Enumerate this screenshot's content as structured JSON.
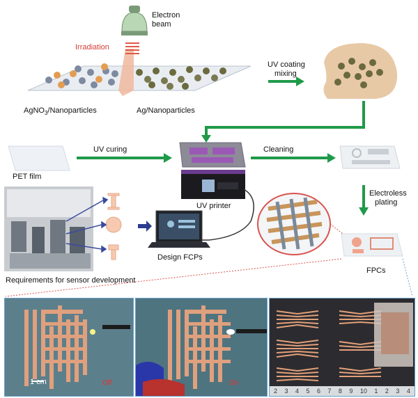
{
  "labels": {
    "electron_beam_1": "Electron",
    "electron_beam_2": "beam",
    "irradiation": "Irradiation",
    "agno3": "AgNO",
    "agno3_sub": "3",
    "agno3_rest": "/Nanoparticles",
    "ag_np": "Ag/Nanoparticles",
    "uv_coating_1": "UV coating",
    "uv_coating_2": "mixing",
    "pet_film": "PET film",
    "uv_curing": "UV curing",
    "cleaning": "Cleaning",
    "uv_printer": "UV printer",
    "electroless_1": "Electroless",
    "electroless_2": "plating",
    "design_fcps": "Design FCPs",
    "requirements": "Requirements for sensor development",
    "fpcs": "FPCs",
    "scale": "1 cm",
    "off": "Off",
    "on": "On"
  },
  "ruler_ticks": [
    "2",
    "3",
    "4",
    "5",
    "6",
    "7",
    "8",
    "9",
    "10",
    "1",
    "2",
    "3",
    "4"
  ],
  "colors": {
    "arrow_green": "#1f9a4a",
    "copper": "#d98a63",
    "photo_bg": "#5c7f8c",
    "red_text": "#d23b35"
  }
}
